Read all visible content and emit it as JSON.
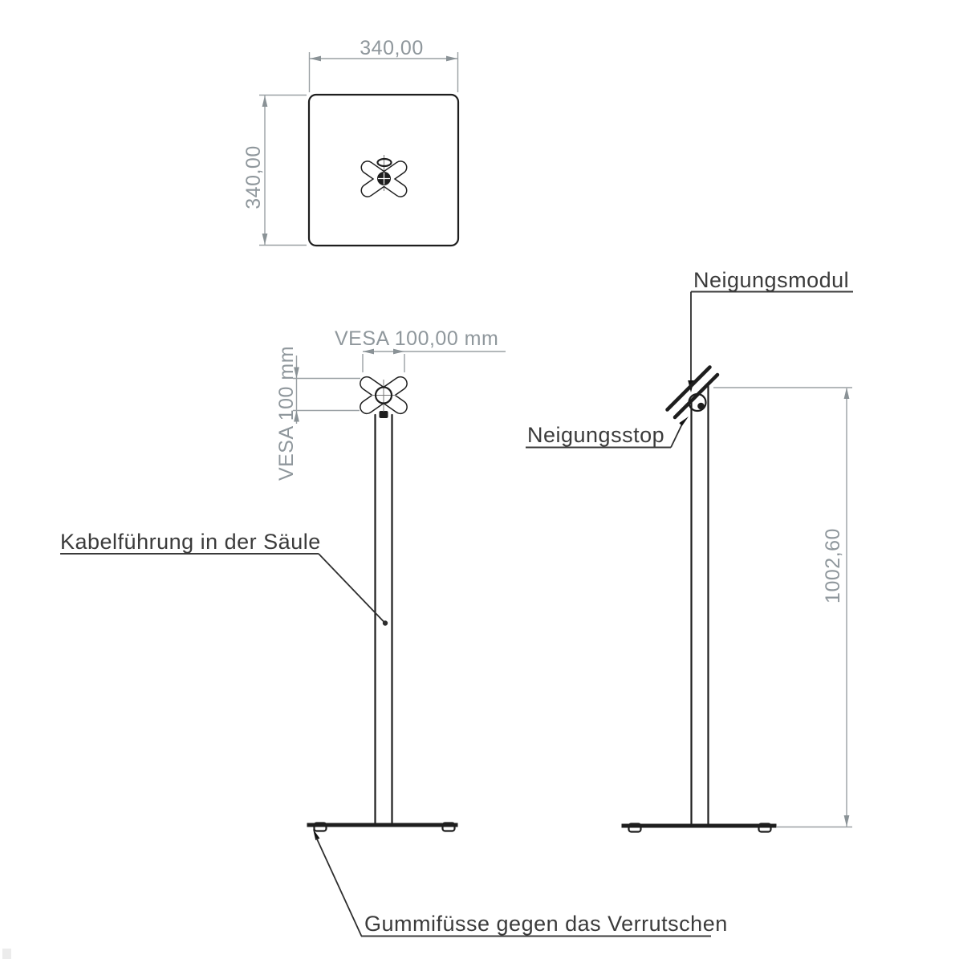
{
  "drawing": {
    "top_view": {
      "width_dim": "340,00",
      "height_dim": "340,00"
    },
    "front_view": {
      "vesa_horizontal_dim": "VESA 100,00 mm",
      "vesa_vertical_dim": "VESA 100 mm",
      "cable_label": "Kabelführung in der Säule"
    },
    "side_view": {
      "tilt_module_label": "Neigungsmodul",
      "tilt_stop_label": "Neigungsstop",
      "height_dim": "1002,60"
    },
    "base_label": "Gummifüsse gegen das Verrutschen"
  },
  "colors": {
    "background": "#ffffff",
    "object_line": "#1e1e1e",
    "dimension_line": "#9aa0a4",
    "dimension_text": "#8f979c",
    "label_text": "#3b3b3b",
    "leader_line": "#2e2e2e",
    "leader_arrow": "#111111"
  }
}
